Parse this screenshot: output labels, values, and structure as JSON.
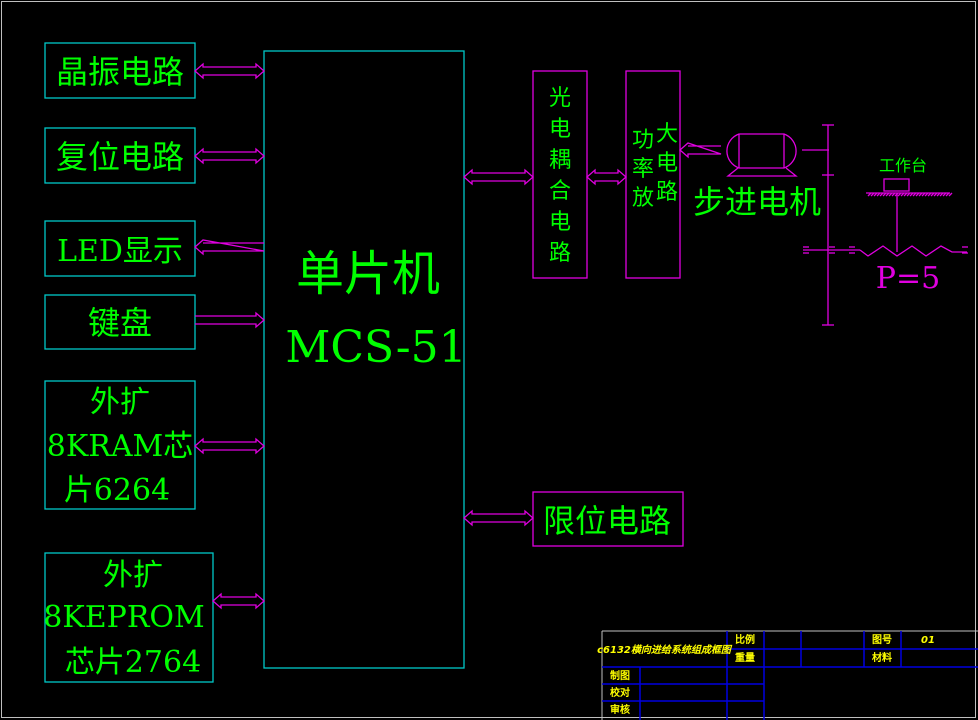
{
  "diagram": {
    "mcu": {
      "line1": "单片机",
      "line2": "MCS-51"
    },
    "left_blocks": [
      {
        "id": "crystal",
        "lines": [
          "晶振电路"
        ],
        "arrow": "both"
      },
      {
        "id": "reset",
        "lines": [
          "复位电路"
        ],
        "arrow": "both"
      },
      {
        "id": "led",
        "lines": [
          "LED显示"
        ],
        "arrow": "to-block"
      },
      {
        "id": "keyboard",
        "lines": [
          "键盘"
        ],
        "arrow": "to-mcu"
      },
      {
        "id": "ram",
        "lines": [
          "外扩",
          "8KRAM芯",
          "片6264"
        ],
        "arrow": "both"
      },
      {
        "id": "eprom",
        "lines": [
          "外扩",
          "8KEPROM",
          "芯片2764"
        ],
        "arrow": "both"
      }
    ],
    "optocoupler": {
      "chars": [
        "光",
        "电",
        "耦",
        "合",
        "电",
        "路"
      ]
    },
    "power_amp": {
      "col1": [
        "功",
        "率",
        "放"
      ],
      "col2": [
        "大",
        "电",
        "路"
      ]
    },
    "stepper_motor": {
      "label": "步进电机"
    },
    "worktable": {
      "label": "工作台"
    },
    "lead_screw": {
      "pitch_label": "P=5"
    },
    "limit_circuit": {
      "label": "限位电路"
    },
    "colors": {
      "block_border": "#00c8c8",
      "arrow": "#e000e0",
      "text": "#00ff00",
      "title_block_line": "#0000e0",
      "title_block_text": "#ffff00"
    }
  },
  "title_block": {
    "title": "c6132横向进给系统组成框图",
    "scale_label": "比例",
    "weight_label": "重量",
    "drawing_no_label": "图号",
    "drawing_no_value": "01",
    "material_label": "材料",
    "drawn_label": "制图",
    "checked_label": "校对",
    "approved_label": "审核"
  }
}
